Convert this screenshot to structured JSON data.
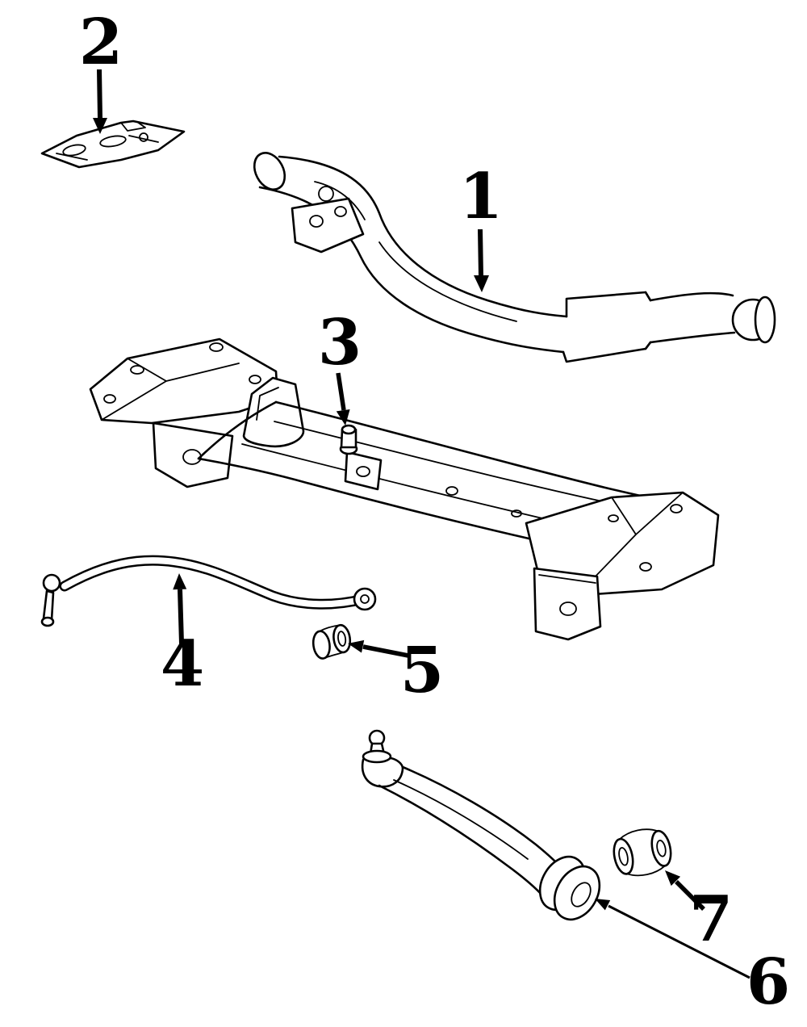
{
  "diagram": {
    "background_color": "#ffffff",
    "line_color": "#000000",
    "callouts": [
      {
        "label": "1"
      },
      {
        "label": "2"
      },
      {
        "label": "3"
      },
      {
        "label": "4"
      },
      {
        "label": "5"
      },
      {
        "label": "6"
      },
      {
        "label": "7"
      }
    ]
  }
}
